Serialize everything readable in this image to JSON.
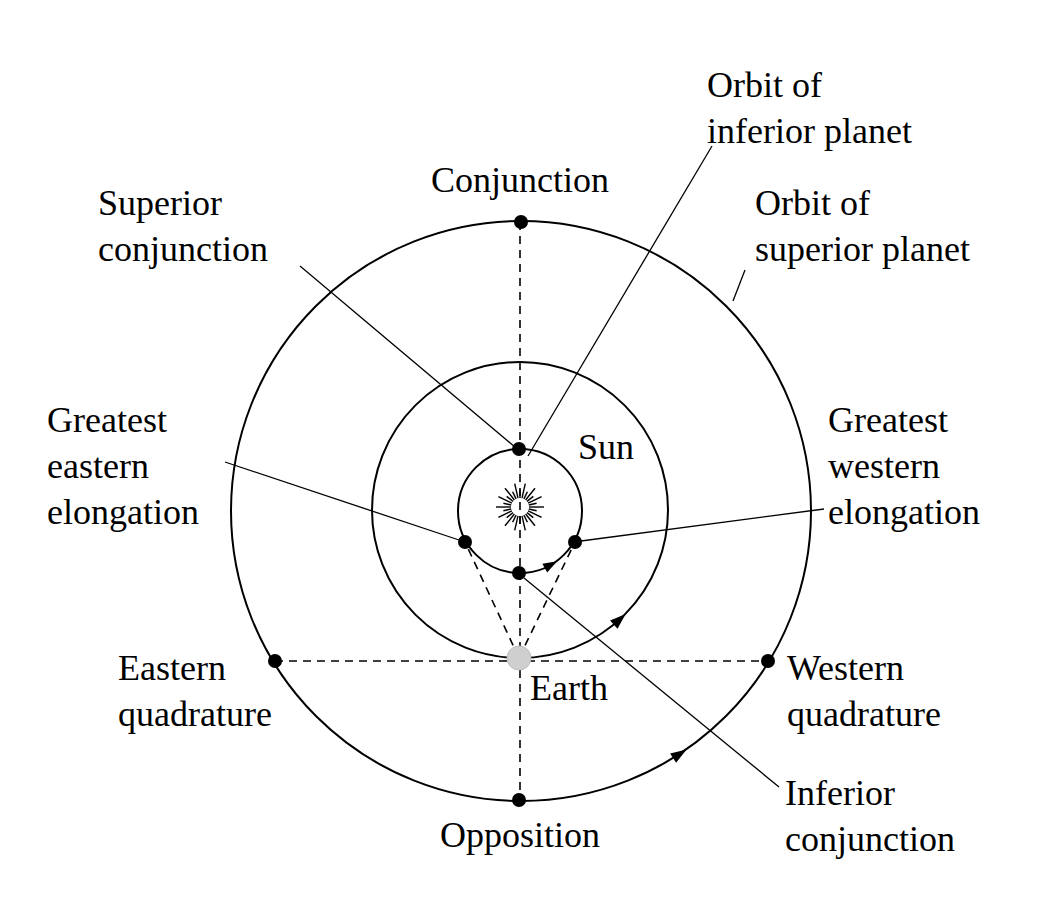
{
  "diagram": {
    "labels": [
      "Orbit of inferior planet",
      "Conjunction",
      "Superior conjunction",
      "Orbit of superior planet",
      "Greatest eastern elongation",
      "Sun",
      "Greatest western elongation",
      "Eastern quadrature",
      "Earth",
      "Western quadrature",
      "Inferior conjunction",
      "Opposition"
    ]
  }
}
